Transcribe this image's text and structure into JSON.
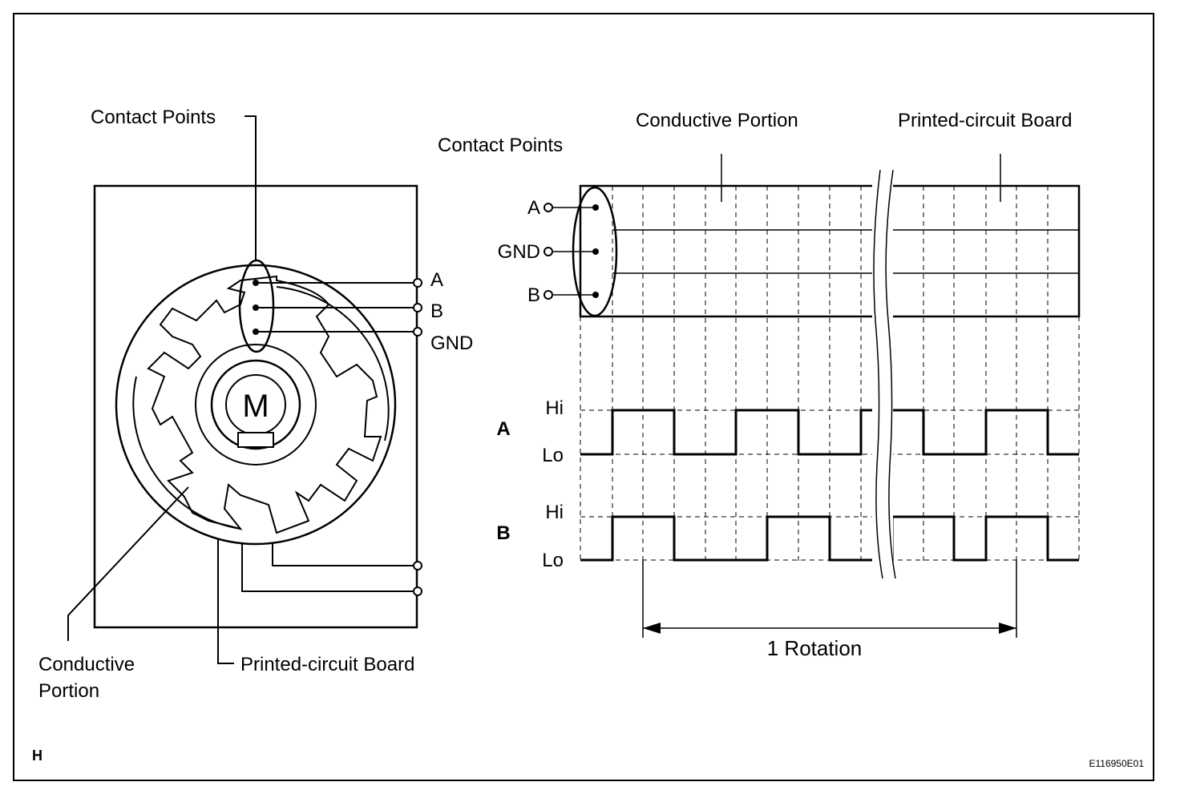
{
  "left_diagram": {
    "contact_points_label": "Contact Points",
    "terminal_a": "A",
    "terminal_b": "B",
    "terminal_gnd": "GND",
    "motor_label": "M",
    "conductive_portion_line1": "Conductive",
    "conductive_portion_line2": "Portion",
    "pcb_label": "Printed-circuit Board"
  },
  "right_diagram": {
    "contact_points_label": "Contact Points",
    "conductive_portion_label": "Conductive Portion",
    "pcb_label": "Printed-circuit Board",
    "row_a": "A",
    "row_gnd": "GND",
    "row_b": "B"
  },
  "waveforms": {
    "signal_a_label": "A",
    "signal_b_label": "B",
    "hi_label": "Hi",
    "lo_label": "Lo",
    "rotation_label": "1 Rotation",
    "signal_a_pattern": [
      0,
      1,
      1,
      0,
      0,
      1,
      1,
      0,
      0,
      1,
      1,
      0,
      0,
      1,
      1,
      0
    ],
    "signal_b_pattern": [
      0,
      1,
      1,
      0,
      0,
      0,
      1,
      1,
      0,
      0,
      1,
      1,
      0,
      1,
      1,
      0
    ]
  },
  "footer": {
    "corner_letter": "H",
    "figure_code": "E116950E01"
  }
}
